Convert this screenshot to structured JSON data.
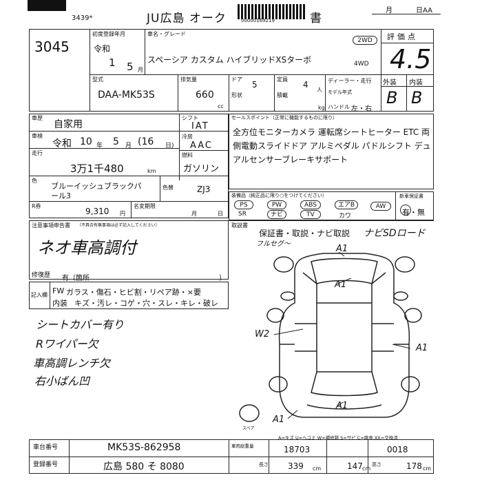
{
  "header": {
    "barcode_number": "3439*",
    "title": "JU広島 オーク",
    "title_tail": "書",
    "month_label": "月",
    "day_label": "日AA",
    "serial_strip": "00000169219"
  },
  "lot": {
    "number": "3045"
  },
  "registration": {
    "label": "初度登録年月",
    "era": "令和",
    "year": "1",
    "month": "5",
    "month_unit": "月"
  },
  "car_name": {
    "label": "車名・グレード",
    "value": "スペーシア カスタム ハイブリッドXSターボ"
  },
  "drive": {
    "two": "2WD",
    "four": "4WD"
  },
  "score": {
    "label": "評価点",
    "value": "4.5",
    "exterior_label": "外装",
    "interior_label": "内装",
    "exterior": "B",
    "interior": "B"
  },
  "model": {
    "label": "型式",
    "value": "DAA-MK53S"
  },
  "displacement": {
    "label": "排気量",
    "value": "660",
    "unit": "cc"
  },
  "doors": {
    "label": "ドア",
    "value": "5",
    "shape_label": "形状"
  },
  "capacity": {
    "label": "定員",
    "value": "4",
    "unit": "人",
    "load_label": "積載",
    "kg_label": "kg"
  },
  "dealer": {
    "label": "ディーラー・走行",
    "model_year_label": "モデル年式",
    "handle_label": "ハンドル",
    "handle_value": "左・右"
  },
  "usage": {
    "label": "車歴",
    "value": "自家用"
  },
  "inspection": {
    "label": "車検",
    "era": "令和",
    "year": "10",
    "year_unit": "年",
    "month": "5",
    "month_unit": "月",
    "day": "(16",
    "day_unit": "日)"
  },
  "mileage": {
    "label": "走行",
    "value": "3万1千480",
    "unit": "km"
  },
  "shift": {
    "label": "シフト",
    "value": "IAT"
  },
  "ac": {
    "label": "冷房",
    "value": "AAC"
  },
  "fuel": {
    "label": "燃料",
    "value": "ガソリン"
  },
  "color": {
    "label": "色",
    "value_line1": "ブルーイッシュブラックパ",
    "value_line2": "ール3",
    "code_label": "色替",
    "code": "ZJ3"
  },
  "recycle": {
    "label": "R券",
    "value": "9,310",
    "unit": "円",
    "name_change_label": "名変期限",
    "month_label": "月",
    "day_label": "日"
  },
  "selling_points": {
    "label": "セールスポイント（正常に機能するものに限り）",
    "text": "全方位モニターカメラ 運転席シートヒーター ETC 両側電動スライドドア アルミペダル パドルシフト デュアルセンサーブレーキサポート"
  },
  "equipment": {
    "label": "装備品（純正品に限り○をつけてください）",
    "items": [
      "PS",
      "PW",
      "ABS",
      "エアB",
      "AW",
      "SR",
      "ナビ",
      "TV",
      "カワ"
    ],
    "new_car_warranty_label": "新車保証書",
    "warranty_value": "有・無"
  },
  "documents": {
    "label": "取説書",
    "value": "保証書・取説・ナビ取説",
    "handwritten": "ナビSDロード",
    "handwritten2": "フルセグ〜"
  },
  "notes": {
    "label": "注意事項申告書",
    "sub_label": "（不具合有無事項は必ず記入してください）",
    "handwritten": "ネオ車高調付"
  },
  "repair": {
    "label": "修復歴",
    "value": "有〔箇所",
    "close": "〕"
  },
  "legend": {
    "prefix_line1": "FW",
    "items_line1": "ガラス・傷石・ヒビ割・リペア跡・×要",
    "prefix_line2": "内装",
    "items_line2": "キズ・汚レ・コゲ・穴・スレ・キレ・破レ",
    "side_label": "記入欄"
  },
  "inspector_notes": [
    "シートカバー有り",
    "Rワイパー欠",
    "車高調レンチ欠",
    "右小ばん凹"
  ],
  "damage_marks": [
    "A1",
    "A1",
    "W2",
    "A1",
    "A1",
    "A1"
  ],
  "diagram_legend": "A=キズ U=ヘコミ W=補修跡 S=サビ C=腐食 XX=交換済",
  "spare_label": "スペア",
  "chassis": {
    "label": "車台番号",
    "value": "MK53S-862958"
  },
  "plate": {
    "label": "登録番号",
    "value": "広島 580 そ 8080"
  },
  "bottom_specs": {
    "weight_label": "車両総重量",
    "weight": "18703",
    "length_label": "長さ",
    "height_label": "高さ",
    "length": "339",
    "length_unit": "cm",
    "width": "147",
    "width_unit": "cm",
    "height": "178",
    "height_unit": "cm",
    "code": "0018"
  }
}
